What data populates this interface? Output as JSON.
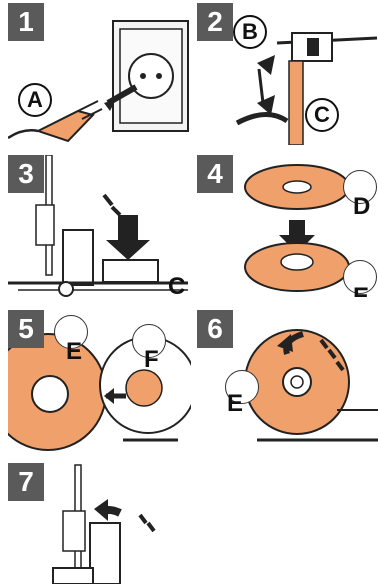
{
  "colors": {
    "accent": "#f0a06a",
    "dark": "#5a5a5a",
    "line": "#111111"
  },
  "steps": [
    {
      "num": "1",
      "callouts": [
        "A"
      ]
    },
    {
      "num": "2",
      "callouts": [
        "B",
        "C"
      ]
    },
    {
      "num": "3",
      "callouts": [
        "C"
      ]
    },
    {
      "num": "4",
      "callouts": [
        "D",
        "E"
      ]
    },
    {
      "num": "5",
      "callouts": [
        "E",
        "F"
      ]
    },
    {
      "num": "6",
      "callouts": [
        "E"
      ]
    },
    {
      "num": "7",
      "callouts": []
    }
  ]
}
